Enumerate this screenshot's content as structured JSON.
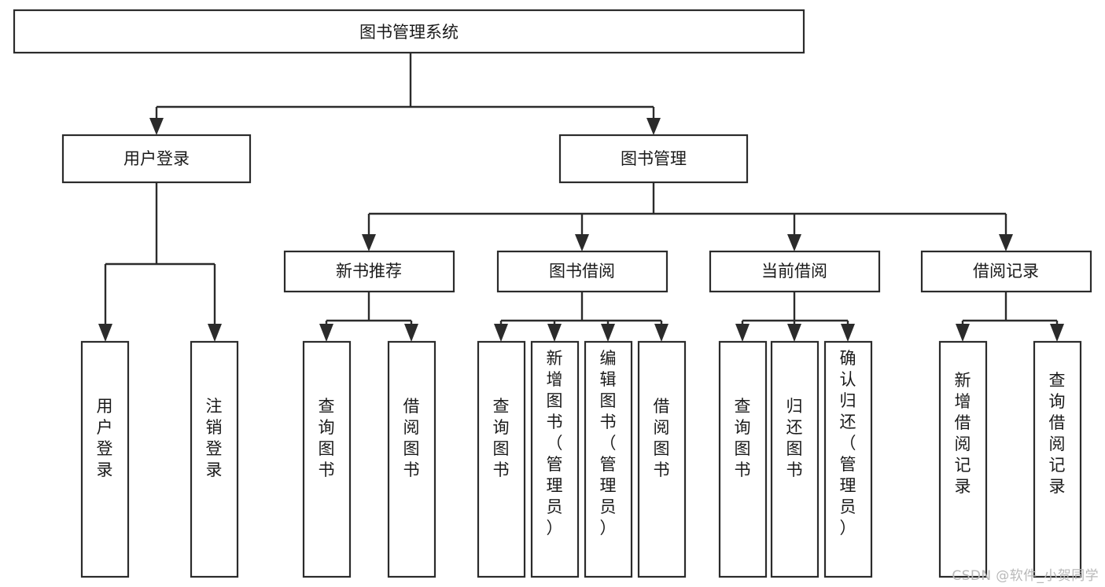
{
  "diagram": {
    "title": "图书管理系统",
    "type": "hierarchy-tree",
    "watermark": "CSDN @软件_小贺同学",
    "colors": {
      "box_fill": "#ffffff",
      "box_stroke": "#2b2b2b",
      "text": "#1a1a1a",
      "watermark": "#b8b8b8",
      "background": "#ffffff"
    },
    "root": {
      "label": "图书管理系统"
    },
    "level2": [
      {
        "id": "user-login",
        "label": "用户登录"
      },
      {
        "id": "book-management",
        "label": "图书管理"
      }
    ],
    "level3": [
      {
        "id": "new-book-recommend",
        "label": "新书推荐",
        "parent": "book-management"
      },
      {
        "id": "book-borrow",
        "label": "图书借阅",
        "parent": "book-management"
      },
      {
        "id": "current-borrow",
        "label": "当前借阅",
        "parent": "book-management"
      },
      {
        "id": "borrow-record",
        "label": "借阅记录",
        "parent": "book-management"
      }
    ],
    "leaves": [
      {
        "id": "leaf-user-login",
        "label": "用户登录",
        "parent": "user-login"
      },
      {
        "id": "leaf-logout-login",
        "label": "注销登录",
        "parent": "user-login"
      },
      {
        "id": "leaf-query-book-1",
        "label": "查询图书",
        "parent": "new-book-recommend"
      },
      {
        "id": "leaf-borrow-book-1",
        "label": "借阅图书",
        "parent": "new-book-recommend"
      },
      {
        "id": "leaf-query-book-2",
        "label": "查询图书",
        "parent": "book-borrow"
      },
      {
        "id": "leaf-add-book",
        "label": "新增图书（管理员）",
        "parent": "book-borrow"
      },
      {
        "id": "leaf-edit-book",
        "label": "编辑图书（管理员）",
        "parent": "book-borrow"
      },
      {
        "id": "leaf-borrow-book-2",
        "label": "借阅图书",
        "parent": "book-borrow"
      },
      {
        "id": "leaf-query-book-3",
        "label": "查询图书",
        "parent": "current-borrow"
      },
      {
        "id": "leaf-return-book",
        "label": "归还图书",
        "parent": "current-borrow"
      },
      {
        "id": "leaf-confirm-return",
        "label": "确认归还（管理员）",
        "parent": "current-borrow"
      },
      {
        "id": "leaf-add-record",
        "label": "新增借阅记录",
        "parent": "borrow-record"
      },
      {
        "id": "leaf-query-record",
        "label": "查询借阅记录",
        "parent": "borrow-record"
      }
    ]
  }
}
